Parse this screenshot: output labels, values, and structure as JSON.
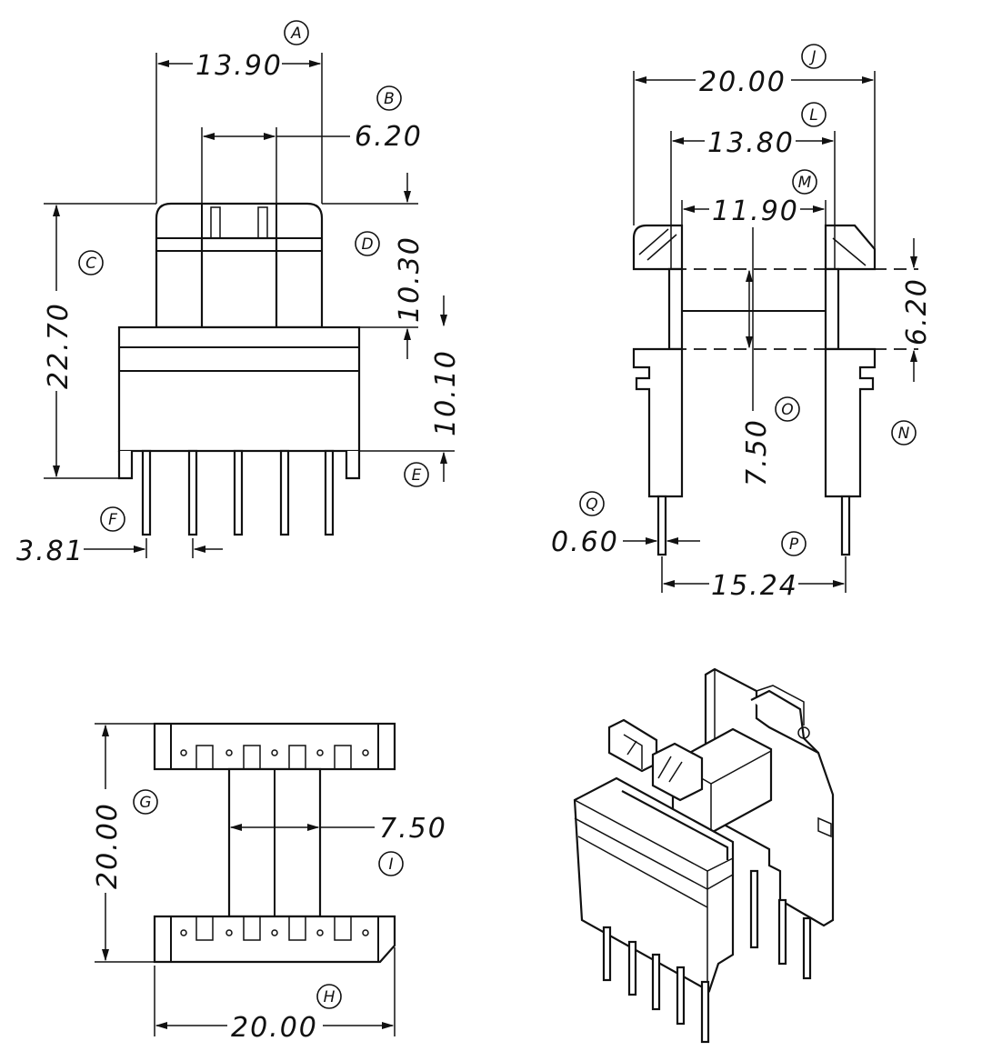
{
  "dimensions": {
    "front": {
      "width_top": "13.90",
      "slot_width": "6.20",
      "height_total": "22.70",
      "flange_offset": "10.30",
      "base_height": "10.10",
      "pin_pitch": "3.81"
    },
    "side": {
      "overall_width": "20.00",
      "inner_width": "13.80",
      "core_width": "11.90",
      "window_height": "6.20",
      "core_depth": "7.50",
      "pin_diameter": "0.60",
      "pin_span": "15.24"
    },
    "bottom": {
      "height": "20.00",
      "core_width": "7.50",
      "width": "20.00"
    }
  },
  "labels": {
    "A": "A",
    "B": "B",
    "C": "C",
    "D": "D",
    "E": "E",
    "F": "F",
    "G": "G",
    "H": "H",
    "I": "I",
    "J": "J",
    "L": "L",
    "M": "M",
    "N": "N",
    "O": "O",
    "P": "P",
    "Q": "Q"
  }
}
